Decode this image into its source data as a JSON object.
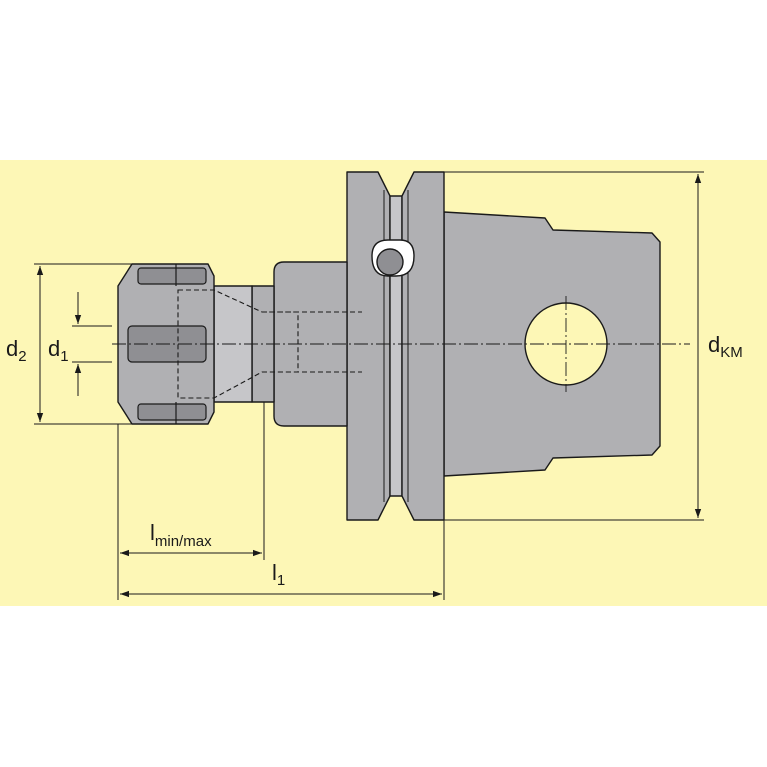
{
  "colors": {
    "page_background": "#ffffff",
    "panel_background": "#fdf7b6",
    "part_fill": "#b0b0b3",
    "part_fill_light": "#c6c6c9",
    "part_fill_dark": "#8f8f93",
    "line": "#1a1a1a"
  },
  "labels": {
    "d2": {
      "main": "d",
      "sub": "2"
    },
    "d1": {
      "main": "d",
      "sub": "1"
    },
    "dKM": {
      "main": "d",
      "sub": "KM"
    },
    "lminmax": {
      "main": "l",
      "sub": "min/max"
    },
    "l1": {
      "main": "l",
      "sub": "1"
    }
  }
}
